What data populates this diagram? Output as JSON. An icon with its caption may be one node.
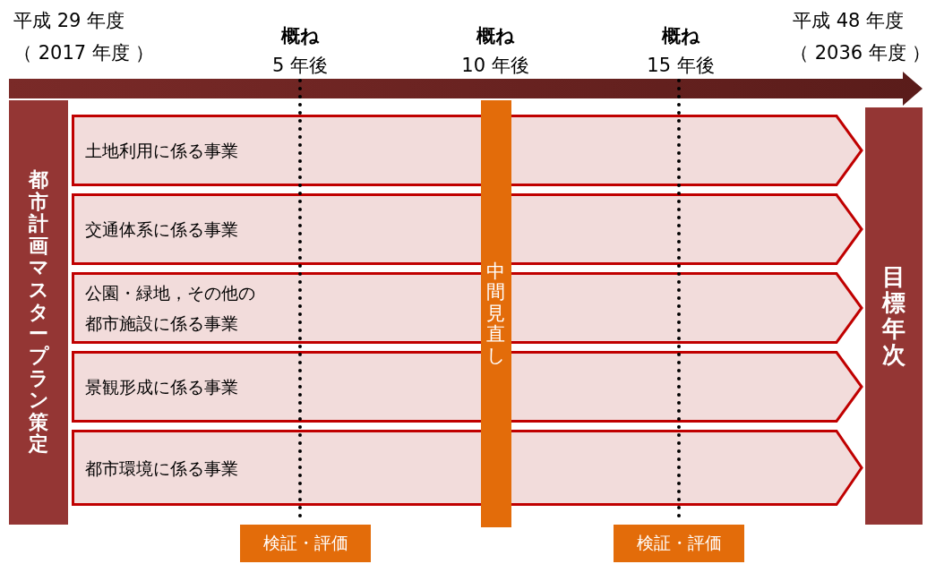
{
  "diagram": {
    "nodes": [
      {
        "text": [
          "都市計画マスタープラン策定"
        ]
      },
      {
        "text": [
          "土地利用に係る事業"
        ]
      },
      {
        "text": [
          "交通体系に係る事業"
        ]
      },
      {
        "text": [
          "公園・緑地，その他の都市施設に係る事業"
        ]
      },
      {
        "text": [
          "景観形成に係る事業"
        ]
      },
      {
        "text": [
          "都市環境に係る事業"
        ]
      },
      {
        "text": [
          "中間見直し"
        ]
      },
      {
        "text": [
          "目標年次"
        ]
      },
      {
        "text": [
          "検証・評価"
        ]
      },
      {
        "text": [
          "検証・評価"
        ]
      }
    ],
    "labels": [
      "平成 29 年度",
      "（ 2017 年度 ）",
      "概ね",
      "5 年後",
      "概ね",
      "10 年後",
      "概ね",
      "15 年後",
      "平成 48 年度",
      "（ 2036 年度 ）"
    ]
  }
}
